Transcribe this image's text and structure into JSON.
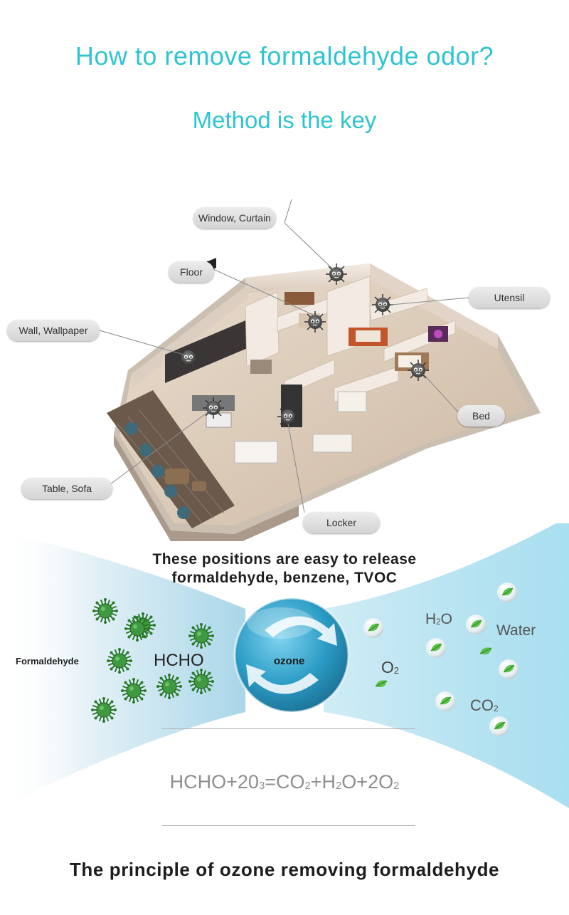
{
  "header": {
    "title": "How to remove formaldehyde odor?",
    "subtitle": "Method is the key"
  },
  "floorplan": {
    "labels": {
      "window_curtain": "Window, Curtain",
      "floor": "Floor",
      "utensil": "Utensil",
      "wall_wallpaper": "Wall, Wallpaper",
      "bed": "Bed",
      "table_sofa": "Table, Sofa",
      "locker": "Locker"
    }
  },
  "positions_caption": {
    "line1": "These positions are easy to release",
    "line2": "formaldehyde, benzene, TVOC"
  },
  "reaction": {
    "formaldehyde_label": "Formaldehyde",
    "hcho_label": "HCHO",
    "ozone_label": "ozone",
    "h2o": {
      "main": "H",
      "sub": "2",
      "tail": "O"
    },
    "water_label": "Water",
    "o2": {
      "main": "O",
      "sub": "2"
    },
    "co2": {
      "main": "CO",
      "sub": "2"
    }
  },
  "equation": {
    "p1": "HCHO+20",
    "s1": "3",
    "p2": "=CO",
    "s2": "2",
    "p3": "+H",
    "s3": "2",
    "p4": "O+2O",
    "s4": "2"
  },
  "footer": {
    "principle": "The principle of ozone removing formaldehyde"
  },
  "colors": {
    "title": "#2fc4cf",
    "virus": "#2f8a2f",
    "ozone_ball": "#2a9bc4",
    "leaf": "#5cc24a"
  },
  "icons": [
    "virus-icon",
    "water-droplet-leaf-icon",
    "leaf-icon",
    "cycle-arrows-icon"
  ]
}
